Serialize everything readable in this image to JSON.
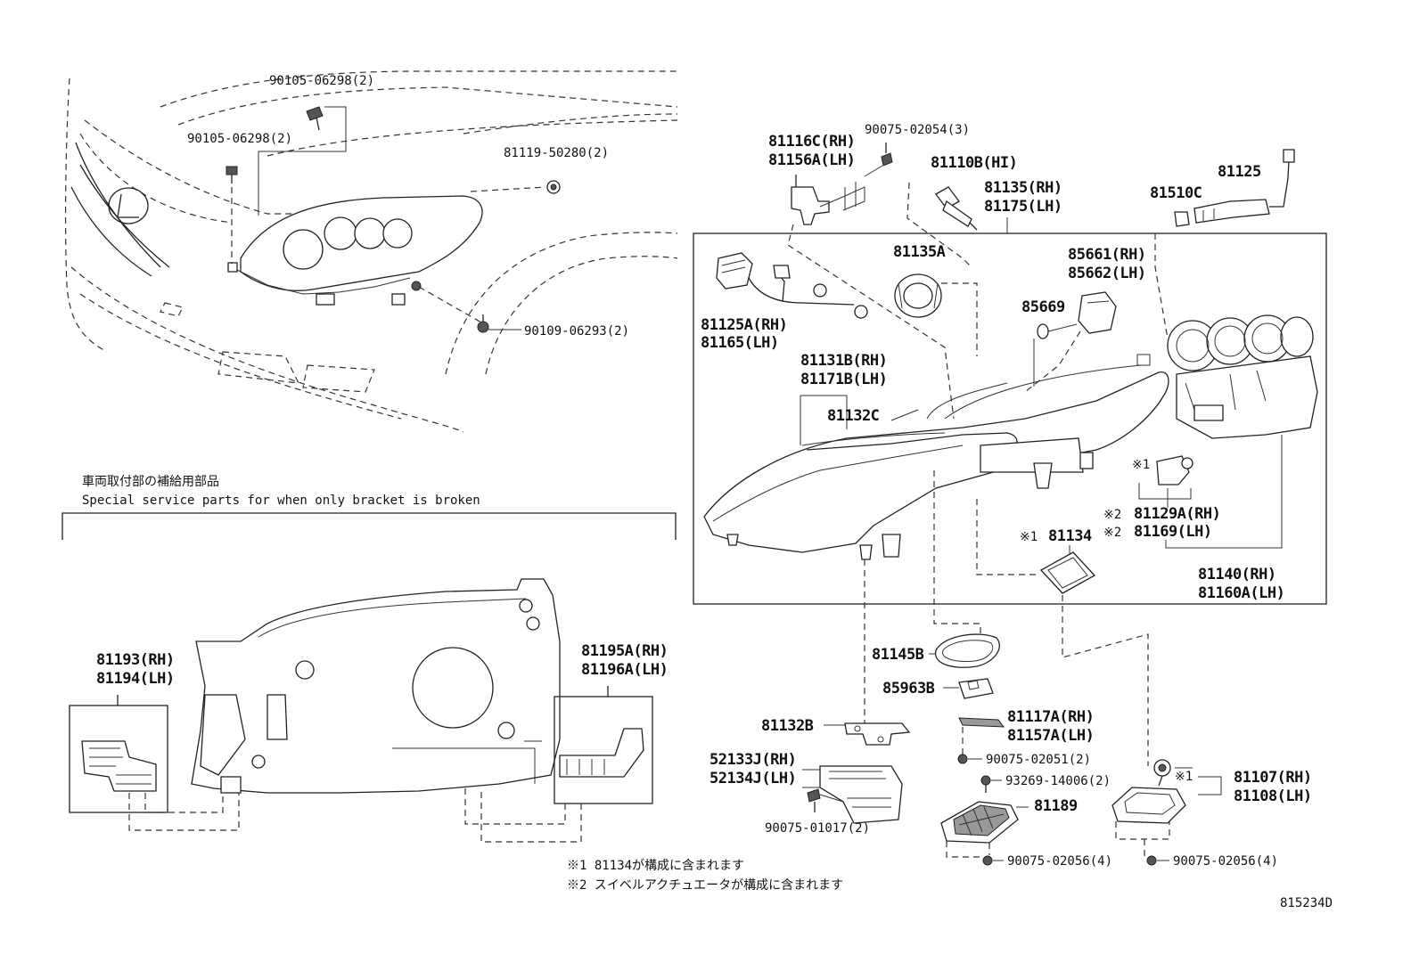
{
  "labels": {
    "p90105_a": "90105-06298(2)",
    "p90105_b": "90105-06298(2)",
    "p81119": "81119-50280(2)",
    "p90109": "90109-06293(2)",
    "p81116c": "81116C(RH)",
    "p81156a": "81156A(LH)",
    "p90075_02054": "90075-02054(3)",
    "p81110b": "81110B(HI)",
    "p81135rh": "81135(RH)",
    "p81175lh": "81175(LH)",
    "p81125": "81125",
    "p81510c": "81510C",
    "p81135a": "81135A",
    "p85661": "85661(RH)",
    "p85662": "85662(LH)",
    "p85669": "85669",
    "p81125a": "81125A(RH)",
    "p81165": "81165(LH)",
    "p81131b": "81131B(RH)",
    "p81171b": "81171B(LH)",
    "p81132c": "81132C",
    "p81129a": "81129A(RH)",
    "p81169": "81169(LH)",
    "p81134": "81134",
    "p81140": "81140(RH)",
    "p81160a": "81160A(LH)",
    "p81145b": "81145B",
    "p85963b": "85963B",
    "p81132b": "81132B",
    "p81117a": "81117A(RH)",
    "p81157a": "81157A(LH)",
    "p90075_02051": "90075-02051(2)",
    "p52133j": "52133J(RH)",
    "p52134j": "52134J(LH)",
    "p93269": "93269-14006(2)",
    "p81189": "81189",
    "p90075_01017": "90075-01017(2)",
    "p81107": "81107(RH)",
    "p81108": "81108(LH)",
    "p90075_02056_a": "90075-02056(4)",
    "p90075_02056_b": "90075-02056(4)",
    "p81193": "81193(RH)",
    "p81194": "81194(LH)",
    "p81195a": "81195A(RH)",
    "p81196a": "81196A(LH)"
  },
  "marks": {
    "m1": "※1",
    "m2": "※2",
    "m1b": "※1",
    "m1c": "※1",
    "m2b": "※2"
  },
  "section": {
    "title_jp": "車両取付部の補給用部品",
    "title_en": "Special service parts for when only bracket is broken"
  },
  "notes": {
    "n1": "※1 81134が構成に含まれます",
    "n2": "※2 スイベルアクチュエータが構成に含まれます"
  },
  "diagram_id": "815234D"
}
